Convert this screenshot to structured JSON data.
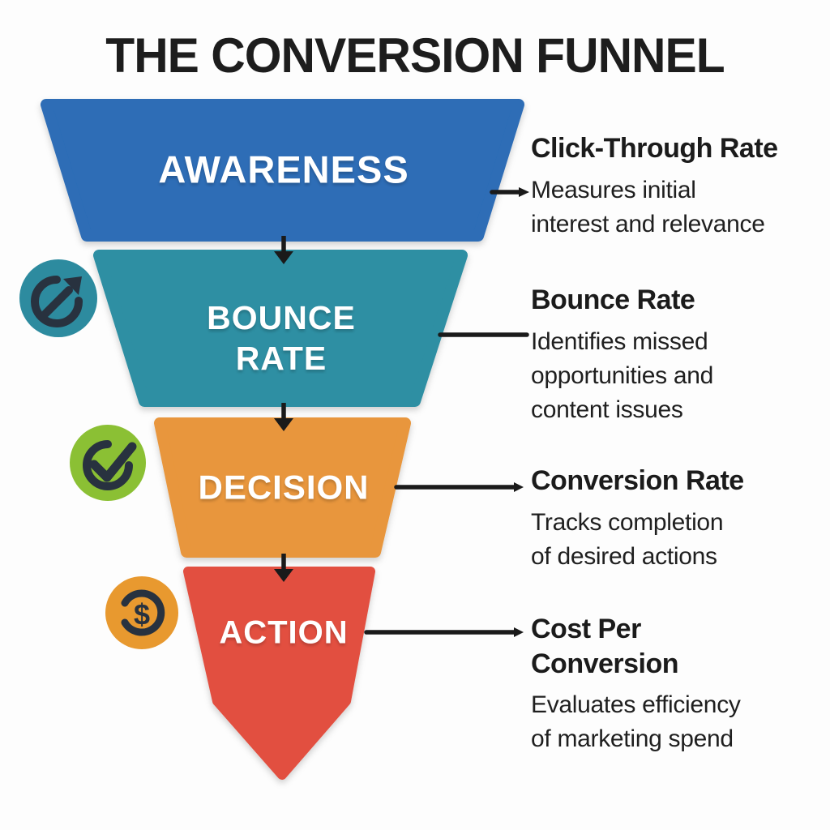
{
  "title": "THE CONVERSION FUNNEL",
  "funnel": {
    "stages": [
      {
        "label": "AWARENESS",
        "color": "#2d6db6",
        "metric_heading": "Click-Through Rate",
        "metric_description": "Measures initial\ninterest and relevance"
      },
      {
        "label": "BOUNCE\nRATE",
        "color": "#2e8fa3",
        "metric_heading": "Bounce Rate",
        "metric_description": "Identifies missed\nopportunities and\ncontent issues"
      },
      {
        "label": "DECISION",
        "color": "#e8963c",
        "metric_heading": "Conversion Rate",
        "metric_description": "Tracks completion\nof desired actions"
      },
      {
        "label": "ACTION",
        "color": "#e25041",
        "metric_heading": "Cost Per\nConversion",
        "metric_description": "Evaluates efficiency\nof marketing spend"
      }
    ]
  },
  "icons": [
    {
      "name": "bounce-exit-arrow-icon",
      "circle_color": "#2d8b9f",
      "glyph_color": "#28323f"
    },
    {
      "name": "check-circle-icon",
      "circle_color": "#8bc034",
      "glyph_color": "#28323f"
    },
    {
      "name": "cost-dollar-icon",
      "circle_color": "#e8992f",
      "glyph_color": "#28323f",
      "symbol": "$"
    }
  ],
  "connector_color": "#1a1a1a"
}
